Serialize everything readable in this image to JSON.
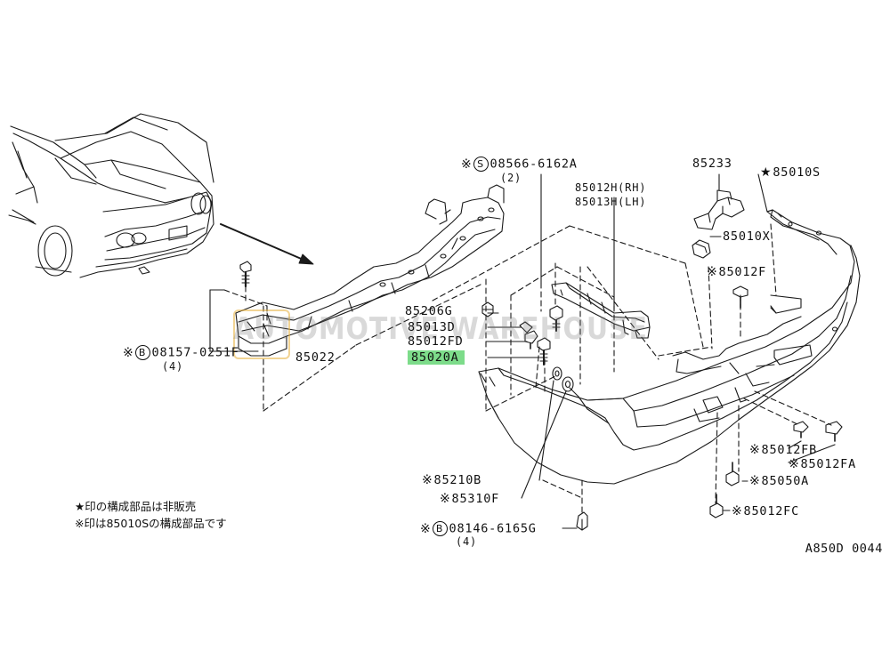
{
  "diagram_code": "A850D 0044",
  "watermark": "AUTOMOTIVE WAREHOUSE",
  "notes": {
    "star_note": "★印の構成部品は非販売",
    "asterisk_note": "※印は85010Sの構成部品です"
  },
  "labels": {
    "bolt_08157": {
      "prefix": "※",
      "circle": "B",
      "part": "08157-0251F",
      "qty": "(4)"
    },
    "reinforcement_85022": {
      "part": "85022"
    },
    "grommet_85206G": {
      "part": "85206G"
    },
    "clip_85013D": {
      "part": "85013D"
    },
    "clip_85012FD": {
      "part": "85012FD"
    },
    "bolt_85020A": {
      "part": "85020A"
    },
    "screw_08566": {
      "prefix": "※",
      "circle": "S",
      "part": "08566-6162A",
      "qty": "(2)"
    },
    "bracket_85012H": {
      "part": "85012H(RH)"
    },
    "bracket_85013H": {
      "part": "85013H(LH)"
    },
    "bracket_85233": {
      "part": "85233"
    },
    "fascia_85010S": {
      "prefix": "★",
      "part": "85010S"
    },
    "nut_85010X": {
      "part": "85010X"
    },
    "clip_85012F": {
      "prefix": "※",
      "part": "85012F"
    },
    "retainer_85210B": {
      "prefix": "※",
      "part": "85210B"
    },
    "retainer_85310F": {
      "prefix": "※",
      "part": "85310F"
    },
    "bolt_08146": {
      "prefix": "※",
      "circle": "B",
      "part": "08146-6165G",
      "qty": "(4)"
    },
    "clip_85012FB": {
      "prefix": "※",
      "part": "85012FB"
    },
    "clip_85012FA": {
      "prefix": "※",
      "part": "85012FA"
    },
    "screw_85050A": {
      "prefix": "※",
      "part": "85050A"
    },
    "clip_85012FC": {
      "prefix": "※",
      "part": "85012FC"
    }
  },
  "colors": {
    "highlight": "#7ddc8a",
    "line": "#1a1a1a"
  }
}
